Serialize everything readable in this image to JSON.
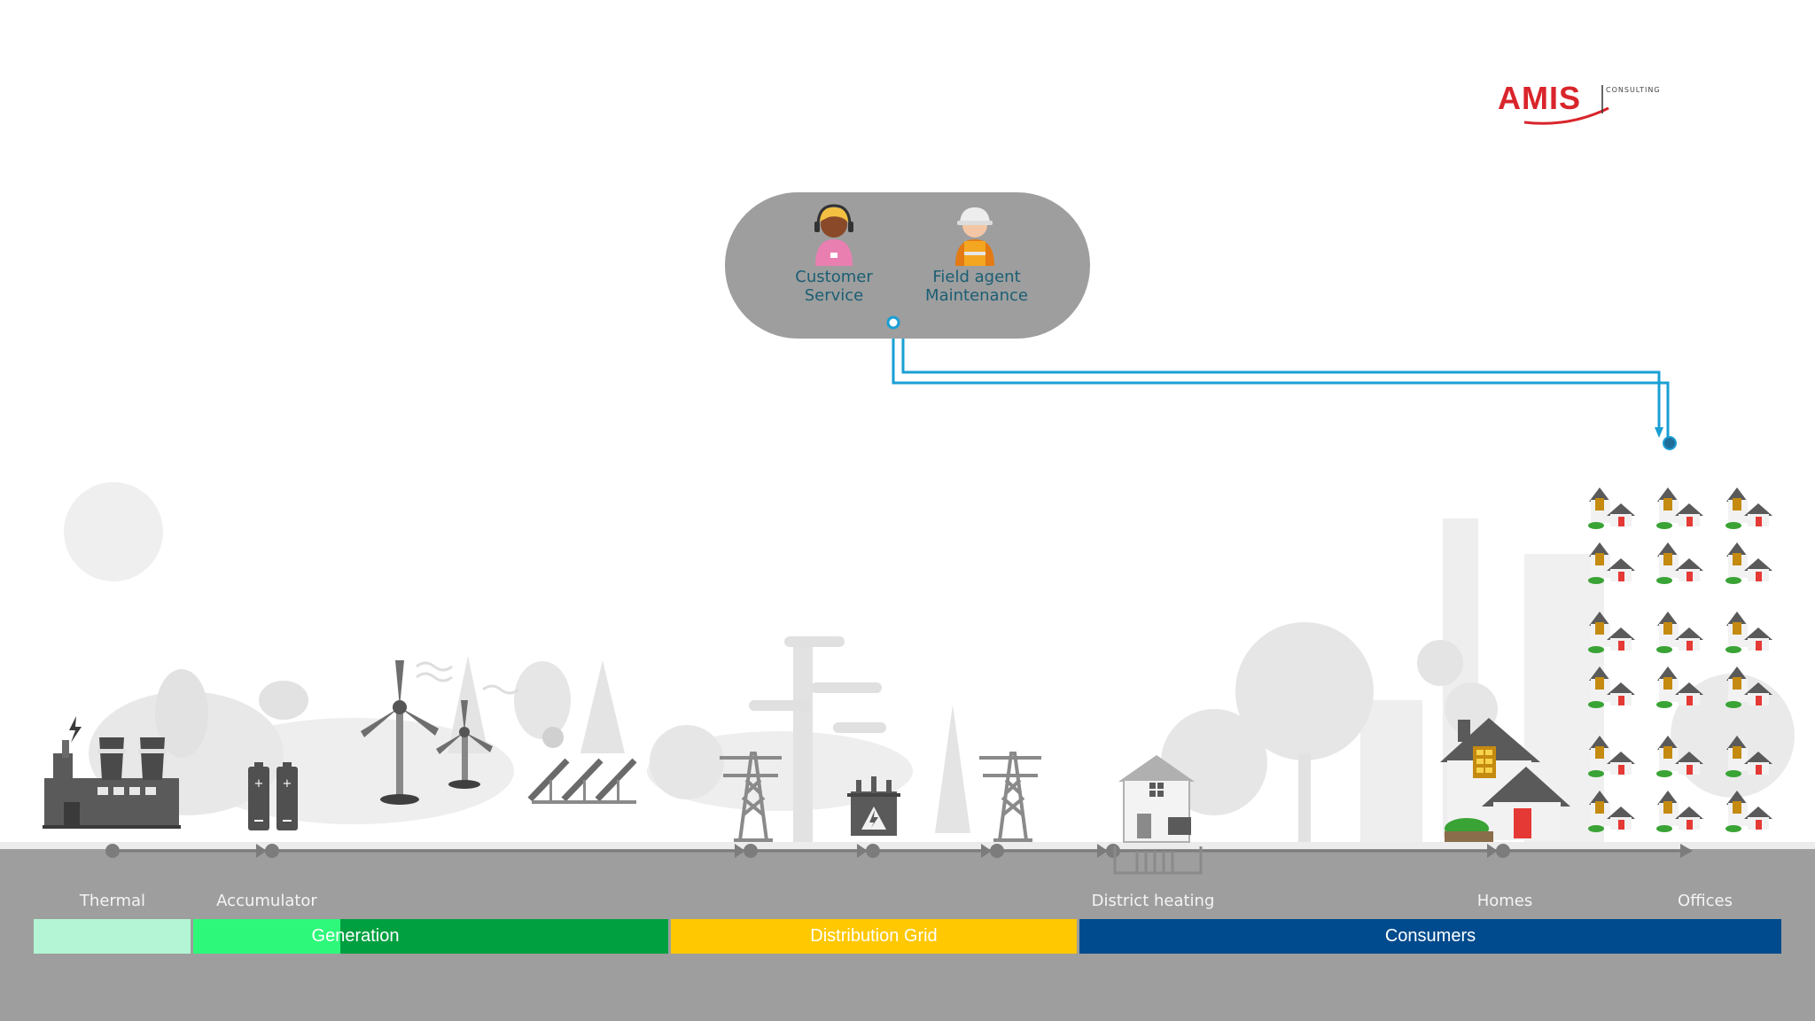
{
  "brand": {
    "logo_text": "AMIS",
    "logo_subtext": "CONSULTING"
  },
  "team": {
    "customer_service": {
      "line1": "Customer",
      "line2": "Service"
    },
    "field_agent": {
      "line1": "Field agent",
      "line2": "Maintenance"
    }
  },
  "nodes": {
    "thermal": "Thermal",
    "accumulator": "Accumulator",
    "district_heating": "District heating",
    "homes": "Homes",
    "offices": "Offices"
  },
  "segments": {
    "generation": "Generation",
    "distribution": "Distribution Grid",
    "consumers": "Consumers"
  },
  "colors": {
    "thermal_segment": "#b3f5d4",
    "generation_light": "#2ef87a",
    "generation": "#00a040",
    "distribution": "#ffc800",
    "consumers": "#004b8d",
    "ground": "#9e9e9e",
    "link_line": "#1a9fd4",
    "brand_red": "#d9252b"
  }
}
